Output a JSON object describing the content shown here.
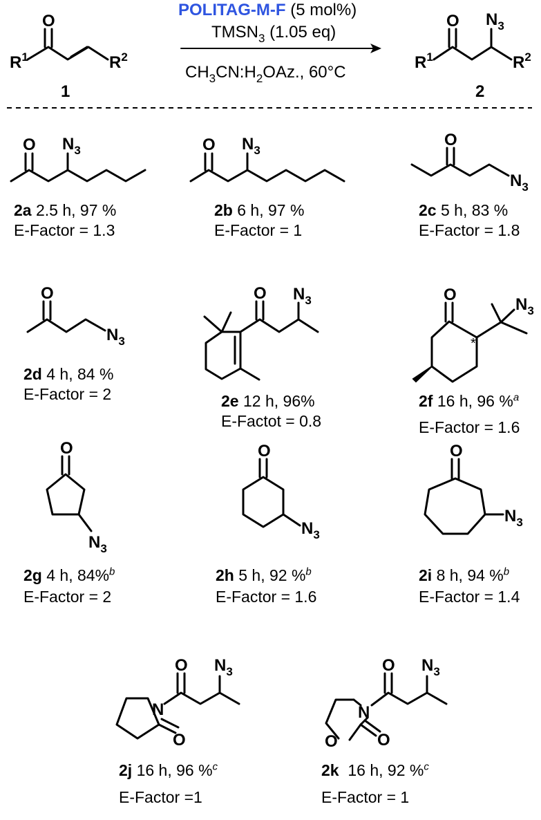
{
  "reaction": {
    "catalyst": "POLITAG-M-F",
    "catalyst_loading": " (5 mol%)",
    "reagent": "TMSN",
    "reagent_sub": "3",
    "reagent_eq": " (1.05 eq)",
    "solvent_a": "CH",
    "solvent_a_sub": "3",
    "solvent_b": "CN:H",
    "solvent_b_sub": "2",
    "solvent_c": "OAz., 60°C",
    "catalyst_color": "#2f55e0",
    "start_number": "1",
    "product_number": "2"
  },
  "atoms": {
    "O": "O",
    "N": "N",
    "N3": "N",
    "N3_sub": "3",
    "R": "R",
    "R1_sup": "1",
    "R2_sup": "2",
    "stereo": "*"
  },
  "products": [
    {
      "id": "2a",
      "time": "2.5 h, 97 %",
      "footnote": "",
      "efactor": "E-Factor = 1.3"
    },
    {
      "id": "2b",
      "time": "6 h, 97 %",
      "footnote": "",
      "efactor": "E-Factor = 1"
    },
    {
      "id": "2c",
      "time": "5 h, 83 %",
      "footnote": "",
      "efactor": "E-Factor = 1.8"
    },
    {
      "id": "2d",
      "time": "4 h, 84 %",
      "footnote": "",
      "efactor": "E-Factor = 2"
    },
    {
      "id": "2e",
      "time": "12 h, 96%",
      "footnote": "",
      "efactor": "E-Factot = 0.8"
    },
    {
      "id": "2f",
      "time": "16 h, 96 %",
      "footnote": "a",
      "efactor": "E-Factor = 1.6"
    },
    {
      "id": "2g",
      "time": "4 h, 84%",
      "footnote": "b",
      "efactor": "E-Factor = 2"
    },
    {
      "id": "2h",
      "time": "5 h, 92 %",
      "footnote": "b",
      "efactor": "E-Factor = 1.6"
    },
    {
      "id": "2i",
      "time": "8 h, 94 %",
      "footnote": "b",
      "efactor": "E-Factor = 1.4"
    },
    {
      "id": "2j",
      "time": "16 h, 96 %",
      "footnote": "c",
      "efactor": "E-Factor =1"
    },
    {
      "id": "2k",
      "time": " 16 h, 92 %",
      "footnote": "c",
      "efactor": "E-Factor = 1"
    }
  ]
}
